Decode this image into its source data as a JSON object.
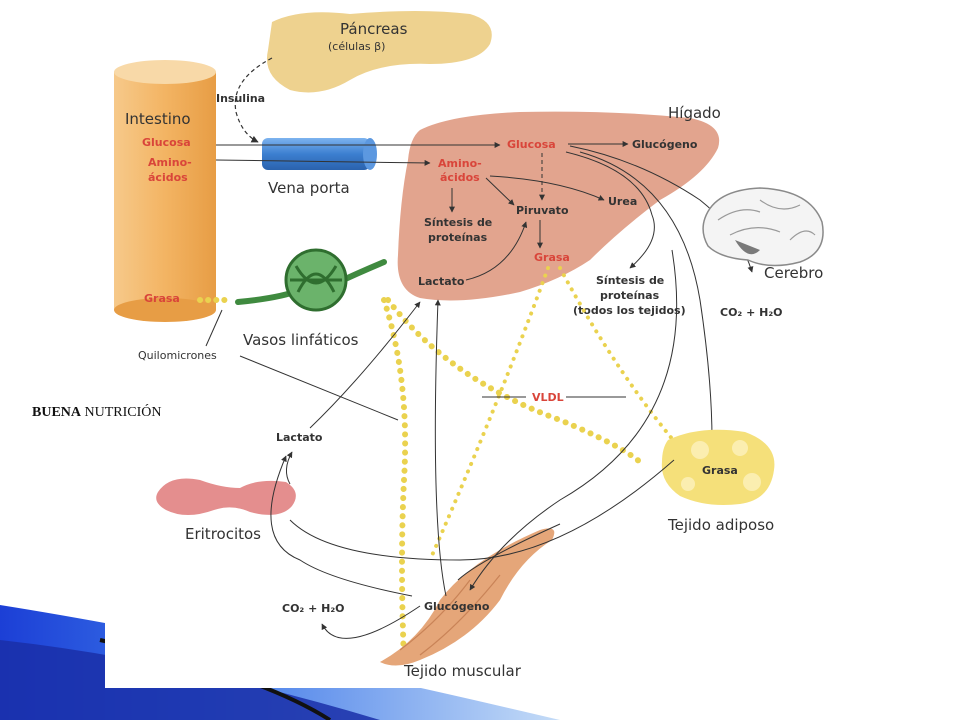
{
  "slide": {
    "caption_bold": "BUENA",
    "caption_rest": " NUTRICIÓN"
  },
  "diagram": {
    "pancreas": {
      "title": "Páncreas",
      "subtitle": "(células β)"
    },
    "insulina": "Insulina",
    "intestino": {
      "title": "Intestino",
      "glucosa": "Glucosa",
      "amino_1": "Amino-",
      "amino_2": "ácidos",
      "grasa": "Grasa"
    },
    "vena_porta": "Vena porta",
    "higado": {
      "title": "Hígado",
      "glucosa": "Glucosa",
      "glucogeno": "Glucógeno",
      "amino_1": "Amino-",
      "amino_2": "ácidos",
      "urea": "Urea",
      "piruvato": "Piruvato",
      "sintesis_1": "Síntesis de",
      "sintesis_2": "proteínas",
      "grasa": "Grasa",
      "lactato": "Lactato"
    },
    "cerebro": {
      "title": "Cerebro",
      "co2": "CO₂ + H₂O"
    },
    "sintesis_all": {
      "l1": "Síntesis de",
      "l2": "proteínas",
      "l3": "(todos los tejidos)"
    },
    "vasos": "Vasos linfáticos",
    "quilomicrones": "Quilomicrones",
    "vldl": "VLDL",
    "lactato": "Lactato",
    "eritrocitos": "Eritrocitos",
    "adiposo": {
      "grasa": "Grasa",
      "title": "Tejido adiposo"
    },
    "muscular": {
      "co2": "CO₂ + H₂O",
      "glucogeno": "Glucógeno",
      "title": "Tejido muscular"
    }
  },
  "colors": {
    "liver": "#e2a48e",
    "pancreas": "#eed28f",
    "intestine": "#f2b564",
    "vein": "#3c7fd0",
    "lymph": "#3f8a3f",
    "fat_dots": "#ead24f",
    "erythro": "#e48e8e",
    "adipose": "#f5e07a",
    "muscle": "#e5a679",
    "accent_blue": "#1f4fd0",
    "red_text": "#d9453a"
  }
}
